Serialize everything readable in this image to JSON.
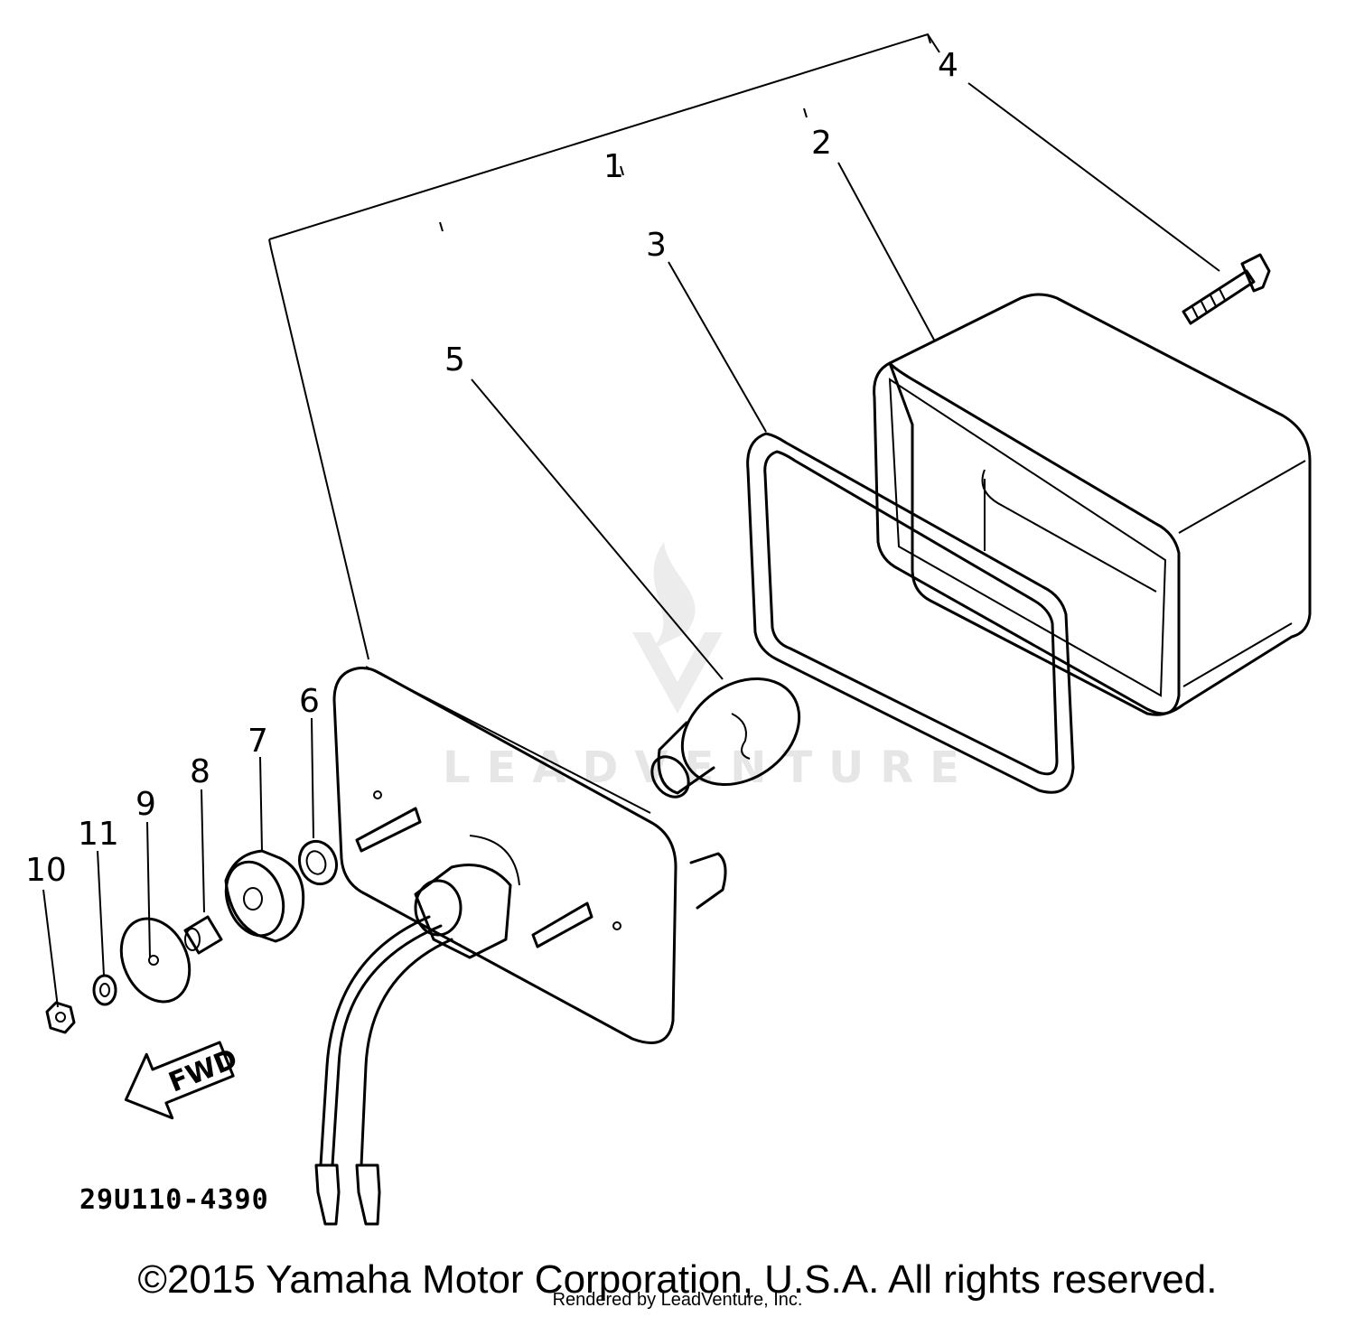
{
  "callouts": [
    {
      "id": "callout-1",
      "label": "1"
    },
    {
      "id": "callout-2",
      "label": "2"
    },
    {
      "id": "callout-3",
      "label": "3"
    },
    {
      "id": "callout-4",
      "label": "4"
    },
    {
      "id": "callout-5",
      "label": "5"
    },
    {
      "id": "callout-6",
      "label": "6"
    },
    {
      "id": "callout-7",
      "label": "7"
    },
    {
      "id": "callout-8",
      "label": "8"
    },
    {
      "id": "callout-9",
      "label": "9"
    },
    {
      "id": "callout-10",
      "label": "10"
    },
    {
      "id": "callout-11",
      "label": "11"
    }
  ],
  "fwd_label": "FWD",
  "part_number": "29U110-4390",
  "copyright": "©2015 Yamaha Motor Corporation, U.S.A. All rights reserved.",
  "rendered_by": "Rendered by LeadVenture, Inc.",
  "watermark": "LEADVENTURE",
  "colors": {
    "line": "#000000",
    "background": "#ffffff",
    "watermark": "#e6e6e6"
  }
}
